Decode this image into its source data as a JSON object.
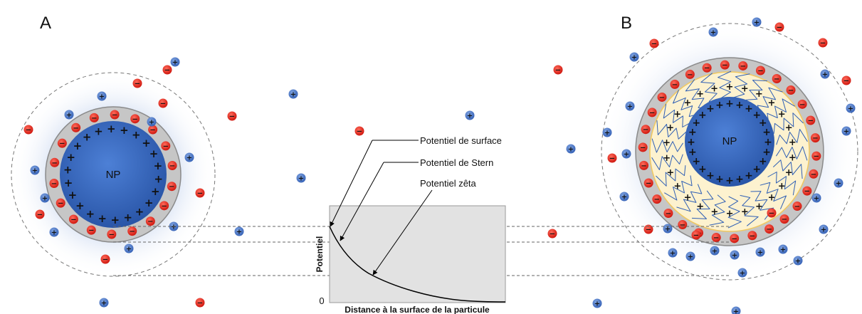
{
  "panels": {
    "left_label": "A",
    "right_label": "B"
  },
  "particle": {
    "label": "NP"
  },
  "graph": {
    "xlabel": "Distance à la surface de la particule",
    "ylabel": "Potentiel",
    "zero_label": "0"
  },
  "annotations": {
    "surface": "Potentiel de surface",
    "stern": "Potentiel de Stern",
    "zeta": "Potentiel zêta"
  },
  "ions": {
    "positive_symbol": "+",
    "negative_symbol": "−"
  },
  "colors": {
    "core_blue": "#2f5fb5",
    "positive_ion": "#4472c4",
    "negative_ion": "#e0281e",
    "stern_layer": "#c6c6c6",
    "polymer_shell": "#fdf2cf",
    "polymer_chains": "#2f5fb5",
    "graph_box": "#e2e2e2"
  }
}
